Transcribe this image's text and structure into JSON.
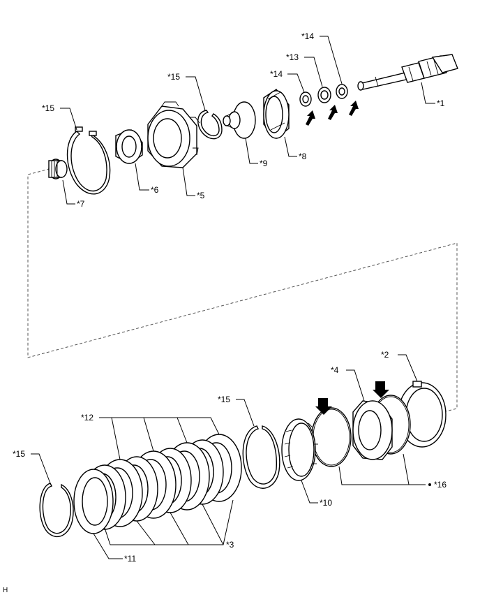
{
  "diagram": {
    "labels": {
      "l14_top": "*14",
      "l13": "*13",
      "l14_mid": "*14",
      "l15_top": "*15",
      "l15_left": "*15",
      "l1": "*1",
      "l9": "*9",
      "l8": "*8",
      "l6": "*6",
      "l5": "*5",
      "l7": "*7",
      "l2": "*2",
      "l4": "*4",
      "l15_mid": "*15",
      "l12": "*12",
      "l15_bottom": "*15",
      "l16": "*16",
      "l10": "*10",
      "l3": "*3",
      "l11": "*11",
      "corner": "H"
    }
  }
}
